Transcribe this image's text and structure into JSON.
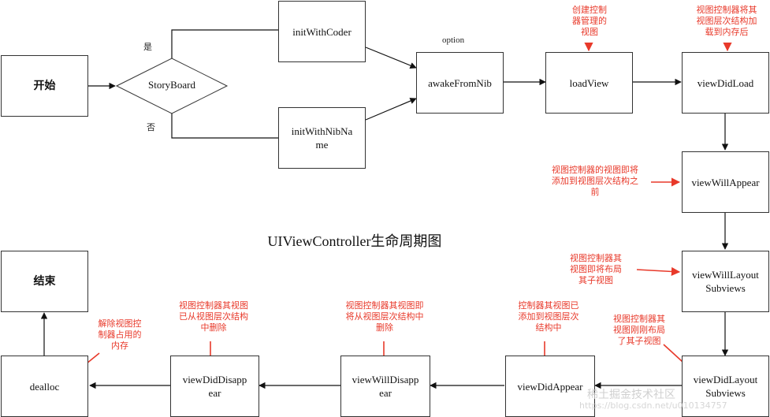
{
  "title": "UIViewController生命周期图",
  "decision": {
    "label": "StoryBoard",
    "yes": "是",
    "no": "否"
  },
  "option_label": "option",
  "nodes": {
    "start": "开始",
    "initWithCoder": "initWithCoder",
    "initWithNibName": "initWithNibNa\nme",
    "awakeFromNib": "awakeFromNib",
    "loadView": "loadView",
    "viewDidLoad": "viewDidLoad",
    "viewWillAppear": "viewWillAppear",
    "viewWillLayoutSubviews": "viewWillLayout\nSubviews",
    "viewDidLayoutSubviews": "viewDidLayout\nSubviews",
    "viewDidAppear": "viewDidAppear",
    "viewWillDisappear": "viewWillDisapp\near",
    "viewDidDisappear": "viewDidDisapp\near",
    "dealloc": "dealloc",
    "end": "结束"
  },
  "notes": {
    "loadView": "创建控制\n器管理的\n视图",
    "viewDidLoad": "视图控制器将其\n视图层次结构加\n载到内存后",
    "viewWillAppear": "视图控制器的视图即将\n添加到视图层次结构之\n前",
    "viewWillLayout": "视图控制器其\n视图即将布局\n其子视图",
    "viewDidLayout": "视图控制器其\n视图刚刚布局\n了其子视图",
    "viewDidAppear": "控制器其视图已\n添加到视图层次\n结构中",
    "viewWillDisappear": "视图控制器其视图即\n将从视图层次结构中\n删除",
    "viewDidDisappear": "视图控制器其视图\n已从视图层次结构\n中删除",
    "dealloc": "解除视图控\n制器占用的\n内存"
  },
  "watermark": "稀土掘金技术社区",
  "watermark_sub": "https://blog.csdn.net/u010134757"
}
